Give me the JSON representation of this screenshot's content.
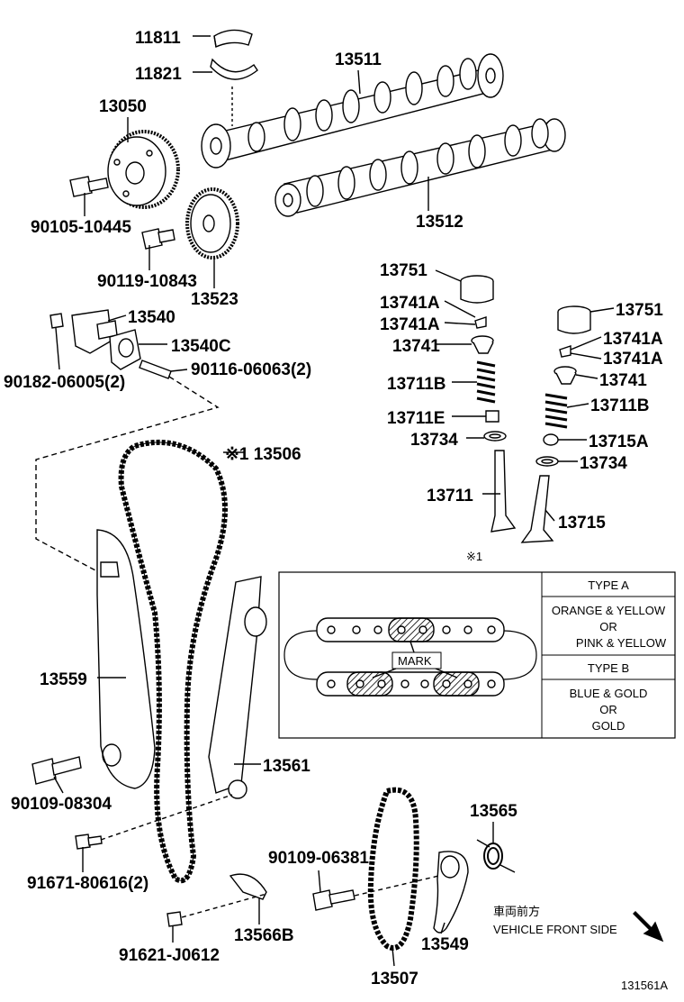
{
  "labels": {
    "p11811": "11811",
    "p11821": "11821",
    "p13511": "13511",
    "p13050": "13050",
    "p13512": "13512",
    "p90105": "90105-10445",
    "p90119": "90119-10843",
    "p13523": "13523",
    "p13540": "13540",
    "p13540c": "13540C",
    "p90182": "90182-06005(2)",
    "p90116": "90116-06063(2)",
    "p13506": "※1 13506",
    "p13751a": "13751",
    "p13741a1": "13741A",
    "p13741a2": "13741A",
    "p13741": "13741",
    "p13711b": "13711B",
    "p13711e": "13711E",
    "p13734": "13734",
    "p13711": "13711",
    "p13751b": "13751",
    "p13741a3": "13741A",
    "p13741a4": "13741A",
    "p13741b": "13741",
    "p13711b2": "13711B",
    "p13715a": "13715A",
    "p13734b": "13734",
    "p13715": "13715",
    "p13559": "13559",
    "p13561": "13561",
    "p90109a": "90109-08304",
    "p91671": "91671-80616(2)",
    "p90109b": "90109-06381",
    "p13565": "13565",
    "p13566b": "13566B",
    "p91621": "91621-J0612",
    "p13549": "13549",
    "p13507": "13507"
  },
  "inset": {
    "ref": "※1",
    "mark": "MARK",
    "type_a": "TYPE A",
    "type_a_colors": [
      "ORANGE & YELLOW",
      "OR",
      "PINK & YELLOW"
    ],
    "type_b": "TYPE B",
    "type_b_colors": [
      "BLUE & GOLD",
      "OR",
      "GOLD"
    ]
  },
  "direction": {
    "jp": "車両前方",
    "en": "VEHICLE FRONT SIDE"
  },
  "figure_id": "131561A"
}
